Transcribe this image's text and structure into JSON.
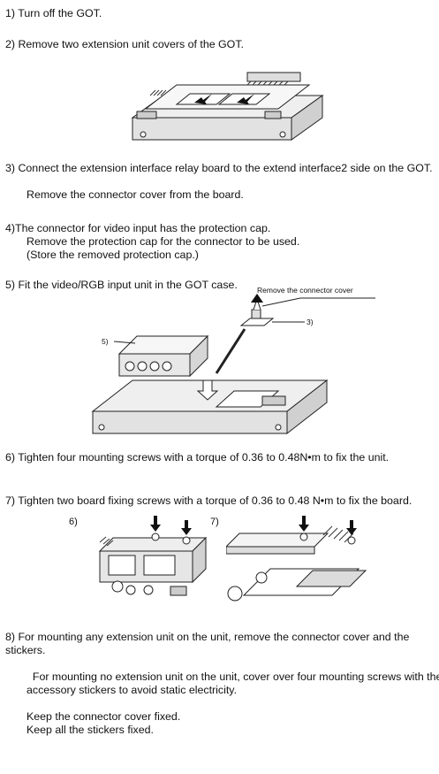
{
  "steps": {
    "s1": "1) Turn off the GOT.",
    "s2": "2) Remove two extension unit covers of the GOT.",
    "s3a": "3) Connect the extension interface relay board to the extend interface2 side on the GOT.",
    "s3b": "Remove the connector cover from the board.",
    "s4a": "4)The connector for video input has the protection cap.",
    "s4b": "Remove the protection cap for the connector to be used.",
    "s4c": "(Store the removed protection cap.)",
    "s5": "5) Fit the video/RGB input unit in the GOT case.",
    "s6": "6) Tighten four mounting screws with a torque of 0.36 to 0.48N•m to fix the unit.",
    "s7": "7) Tighten two board fixing screws with a torque of 0.36 to 0.48 N•m to fix the board.",
    "s8a": "8) For mounting any extension unit on the unit, remove the connector cover and the stickers.",
    "s8b": "For mounting no extension unit on the unit, cover over four mounting screws with the accessory stickers to avoid static electricity.",
    "s8c": "Keep the connector cover fixed.",
    "s8d": "Keep all the stickers fixed."
  },
  "figures": {
    "fig5_callout": "Remove the connector cover",
    "fig5_label_left": "5)",
    "fig5_label_right": "3)",
    "fig6_label": "6)",
    "fig7_label": "7)"
  }
}
